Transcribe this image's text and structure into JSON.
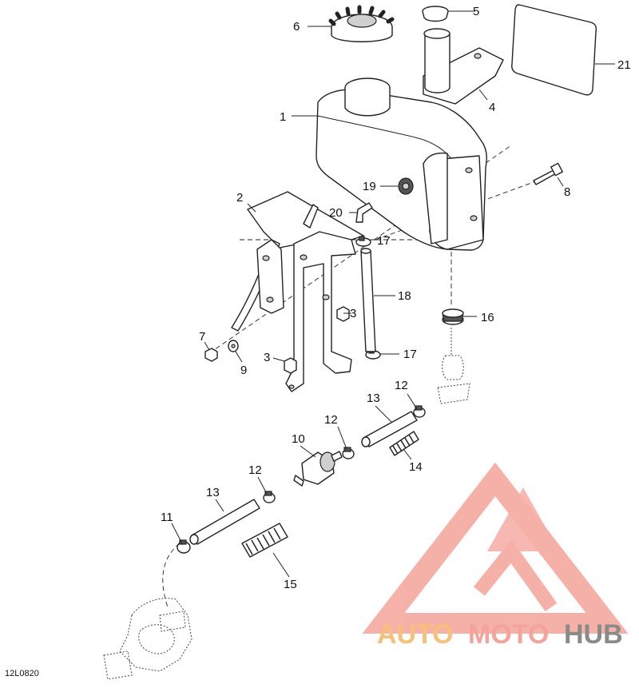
{
  "figure_code": "12L0820",
  "watermark": {
    "text_part1": "AUTO",
    "text_part2": "MOTO",
    "text_part3": "HUB",
    "color_primary": "#f4a39a",
    "color_accent": "#f7c07a",
    "color_dark": "#8a8a8a"
  },
  "callouts": {
    "c1": "1",
    "c2": "2",
    "c3a": "3",
    "c3b": "3",
    "c4": "4",
    "c5": "5",
    "c6": "6",
    "c7": "7",
    "c8": "8",
    "c9": "9",
    "c10": "10",
    "c11": "11",
    "c12a": "12",
    "c12b": "12",
    "c12c": "12",
    "c13a": "13",
    "c13b": "13",
    "c14": "14",
    "c15": "15",
    "c16": "16",
    "c17a": "17",
    "c17b": "17",
    "c18": "18",
    "c19": "19",
    "c20": "20",
    "c21": "21"
  }
}
